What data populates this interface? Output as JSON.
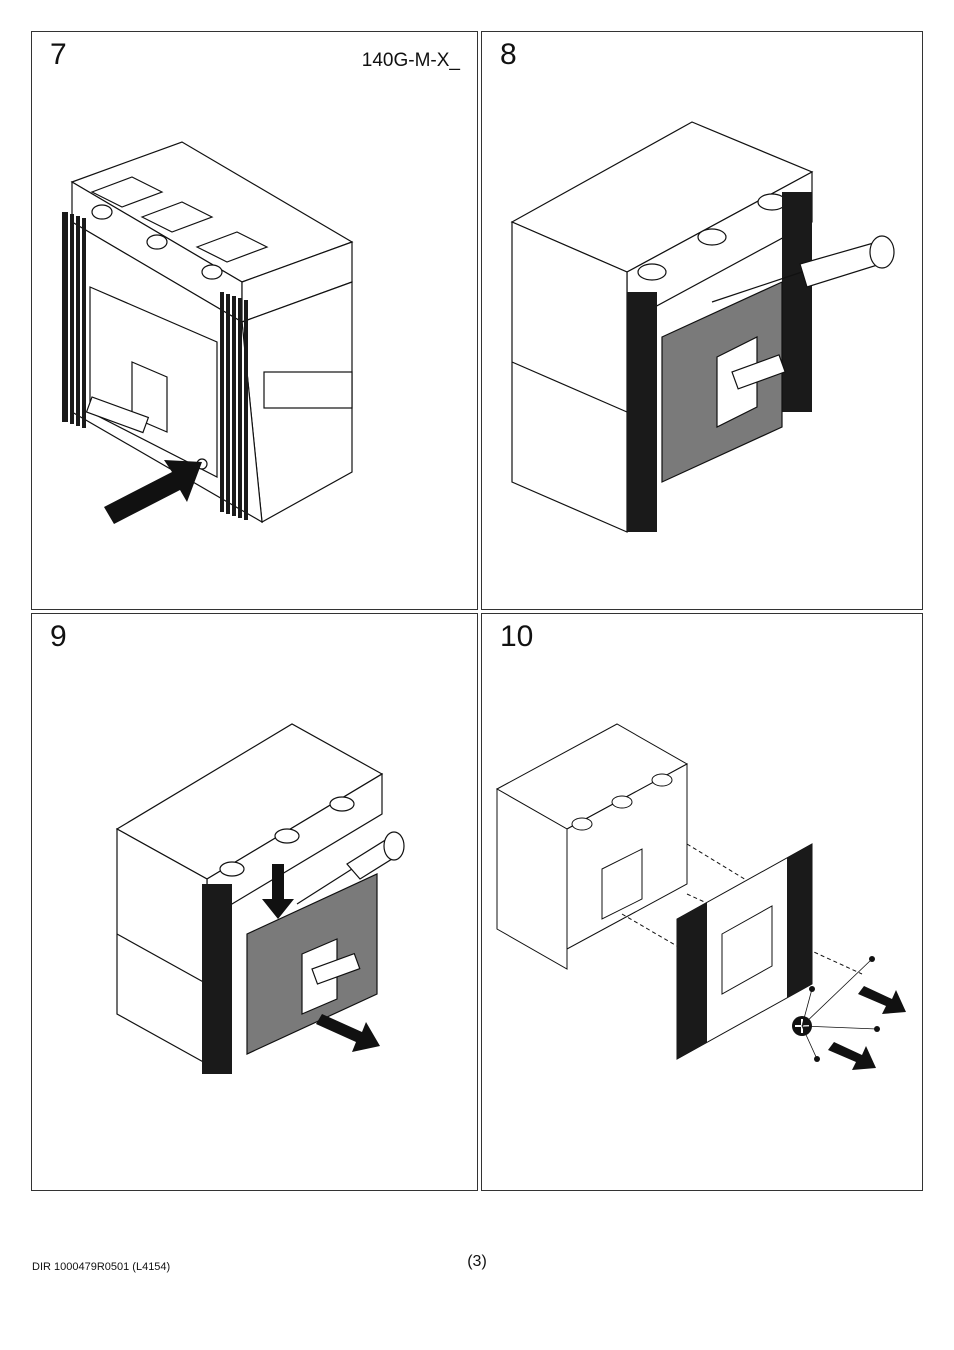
{
  "panels": [
    {
      "step": "7",
      "model": "140G-M-X_"
    },
    {
      "step": "8"
    },
    {
      "step": "9"
    },
    {
      "step": "10"
    }
  ],
  "footer": {
    "doc_ref": "DIR 1000479R0501 (L4154)",
    "page": "(3)"
  },
  "colors": {
    "line": "#111111",
    "cover_gray": "#7a7a7a",
    "ribs": "#1a1a1a"
  },
  "icons": [
    "push-arrow-icon",
    "screwdriver-icon",
    "down-arrow-icon",
    "pull-arrow-icon",
    "screw-icon",
    "phillips-head-icon"
  ]
}
